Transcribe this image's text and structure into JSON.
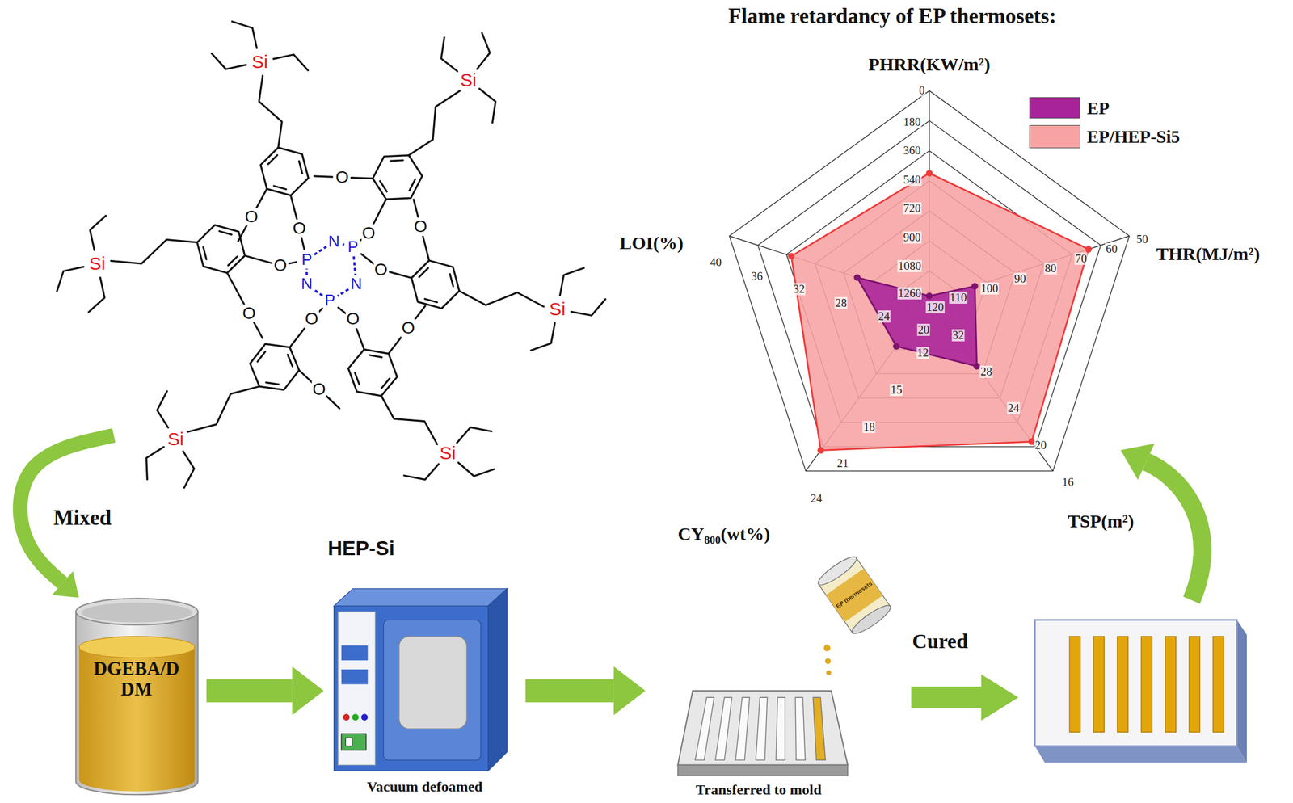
{
  "diagram": {
    "title": "Flame retardancy of EP thermosets:",
    "nodes": [
      {
        "text": [
          "HEP-Si"
        ]
      },
      {
        "text": [
          "DGEBA/D DM"
        ]
      },
      {
        "text": [
          "Vacuum defoamed"
        ]
      },
      {
        "text": [
          "Transferred to mold"
        ]
      }
    ],
    "edges": [
      {
        "from": 0,
        "to": 1,
        "arrow": "to",
        "label": "Mixed"
      },
      {
        "from": 1,
        "to": 2,
        "arrow": "to"
      },
      {
        "from": 2,
        "to": 3,
        "arrow": "to"
      }
    ],
    "labels": [
      "Si",
      "Si",
      "Si",
      "Si",
      "Si",
      "Si",
      "O",
      "O",
      "O",
      "O",
      "O",
      "O",
      "O",
      "O",
      "O",
      "O",
      "O",
      "O",
      "P",
      "P",
      "P",
      "N",
      "N",
      "N",
      "EP thermosets",
      "Cured",
      "PHRR(KW/m²)",
      "THR(MJ/m²)",
      "TSP(m²)",
      "CY₈₀₀(wt%)",
      "LOI(%)",
      "0",
      "180",
      "360",
      "540",
      "720",
      "900",
      "1080",
      "1260",
      "50",
      "60",
      "70",
      "80",
      "90",
      "100",
      "110",
      "120",
      "16",
      "20",
      "24",
      "28",
      "32",
      "24",
      "21",
      "18",
      "15",
      "12",
      "40",
      "36",
      "32",
      "28",
      "24",
      "20"
    ],
    "legend": [
      {
        "text": "EP",
        "color": "#a8239a"
      },
      {
        "text": "EP/HEP-Si5",
        "color": "#f7a3a3"
      }
    ]
  }
}
